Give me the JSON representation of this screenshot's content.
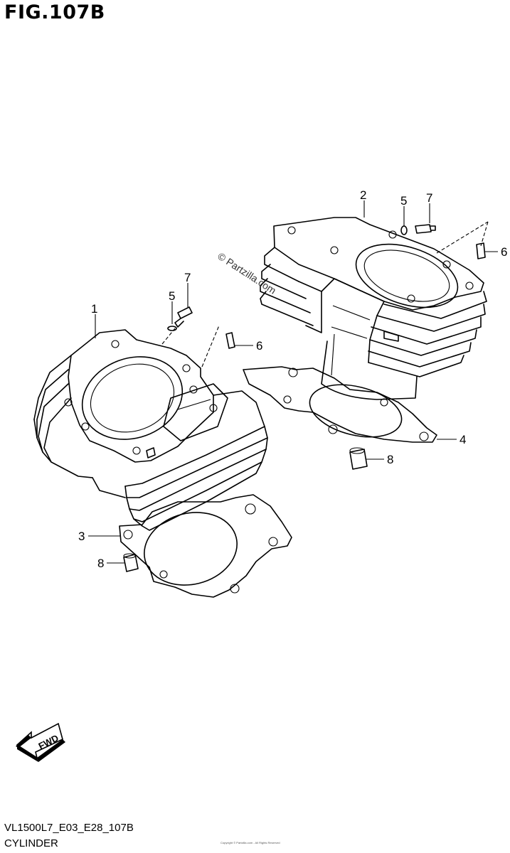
{
  "figure": {
    "title": "FIG.107B",
    "watermark": "© Partzilla.com",
    "fwd_label": "FWD",
    "fine_print": "Copyright © Partzilla.com - All Rights Reserved"
  },
  "callouts": [
    {
      "id": "1",
      "label": "1"
    },
    {
      "id": "2",
      "label": "2"
    },
    {
      "id": "3",
      "label": "3"
    },
    {
      "id": "4",
      "label": "4"
    },
    {
      "id": "5a",
      "label": "5"
    },
    {
      "id": "5b",
      "label": "5"
    },
    {
      "id": "6a",
      "label": "6"
    },
    {
      "id": "6b",
      "label": "6"
    },
    {
      "id": "7a",
      "label": "7"
    },
    {
      "id": "7b",
      "label": "7"
    },
    {
      "id": "8a",
      "label": "8"
    },
    {
      "id": "8b",
      "label": "8"
    }
  ],
  "footer": {
    "code": "VL1500L7_E03_E28_107B",
    "name": "CYLINDER"
  }
}
